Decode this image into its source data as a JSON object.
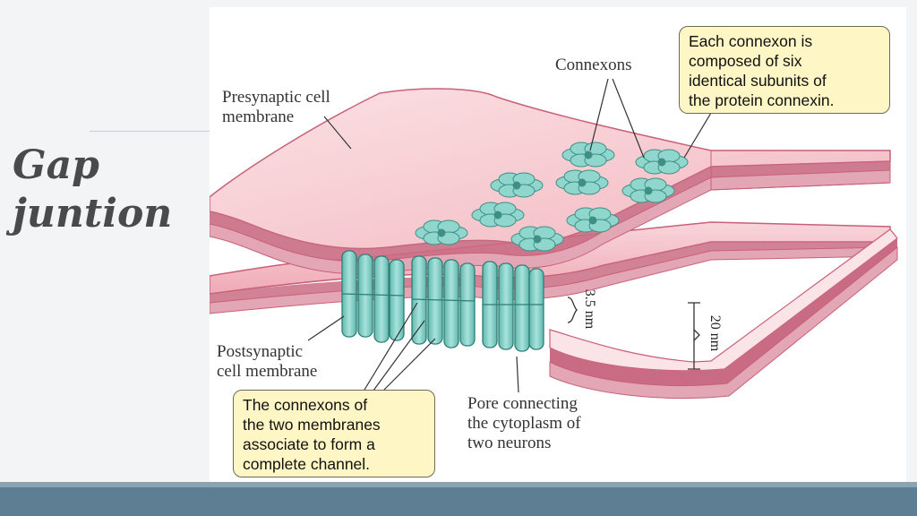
{
  "slide": {
    "title_line1": "Gap",
    "title_line2": "juntion"
  },
  "figure": {
    "labels": {
      "connexons": "Connexons",
      "presynaptic_line1": "Presynaptic cell",
      "presynaptic_line2": "membrane",
      "postsynaptic_line1": "Postsynaptic",
      "postsynaptic_line2": "cell membrane",
      "pore_line1": "Pore connecting",
      "pore_line2": "the cytoplasm of",
      "pore_line3": "two neurons",
      "gap_small": "3.5 nm",
      "gap_large": "20 nm"
    },
    "callouts": {
      "connexon_lines": [
        "Each connexon is",
        "composed of six",
        "identical subunits of",
        "the protein connexin."
      ],
      "channel_lines": [
        "The connexons of",
        "the two membranes",
        "associate to form a",
        "complete channel."
      ]
    }
  },
  "colors": {
    "background": "#f3f4f6",
    "title": "#4a4a4a",
    "membrane_pink": "#f7c7cc",
    "membrane_edge": "#c9607a",
    "connexon": "#7fcfc6",
    "callout_fill": "#fff6c6",
    "bottom_bar": "#5e7f93"
  }
}
